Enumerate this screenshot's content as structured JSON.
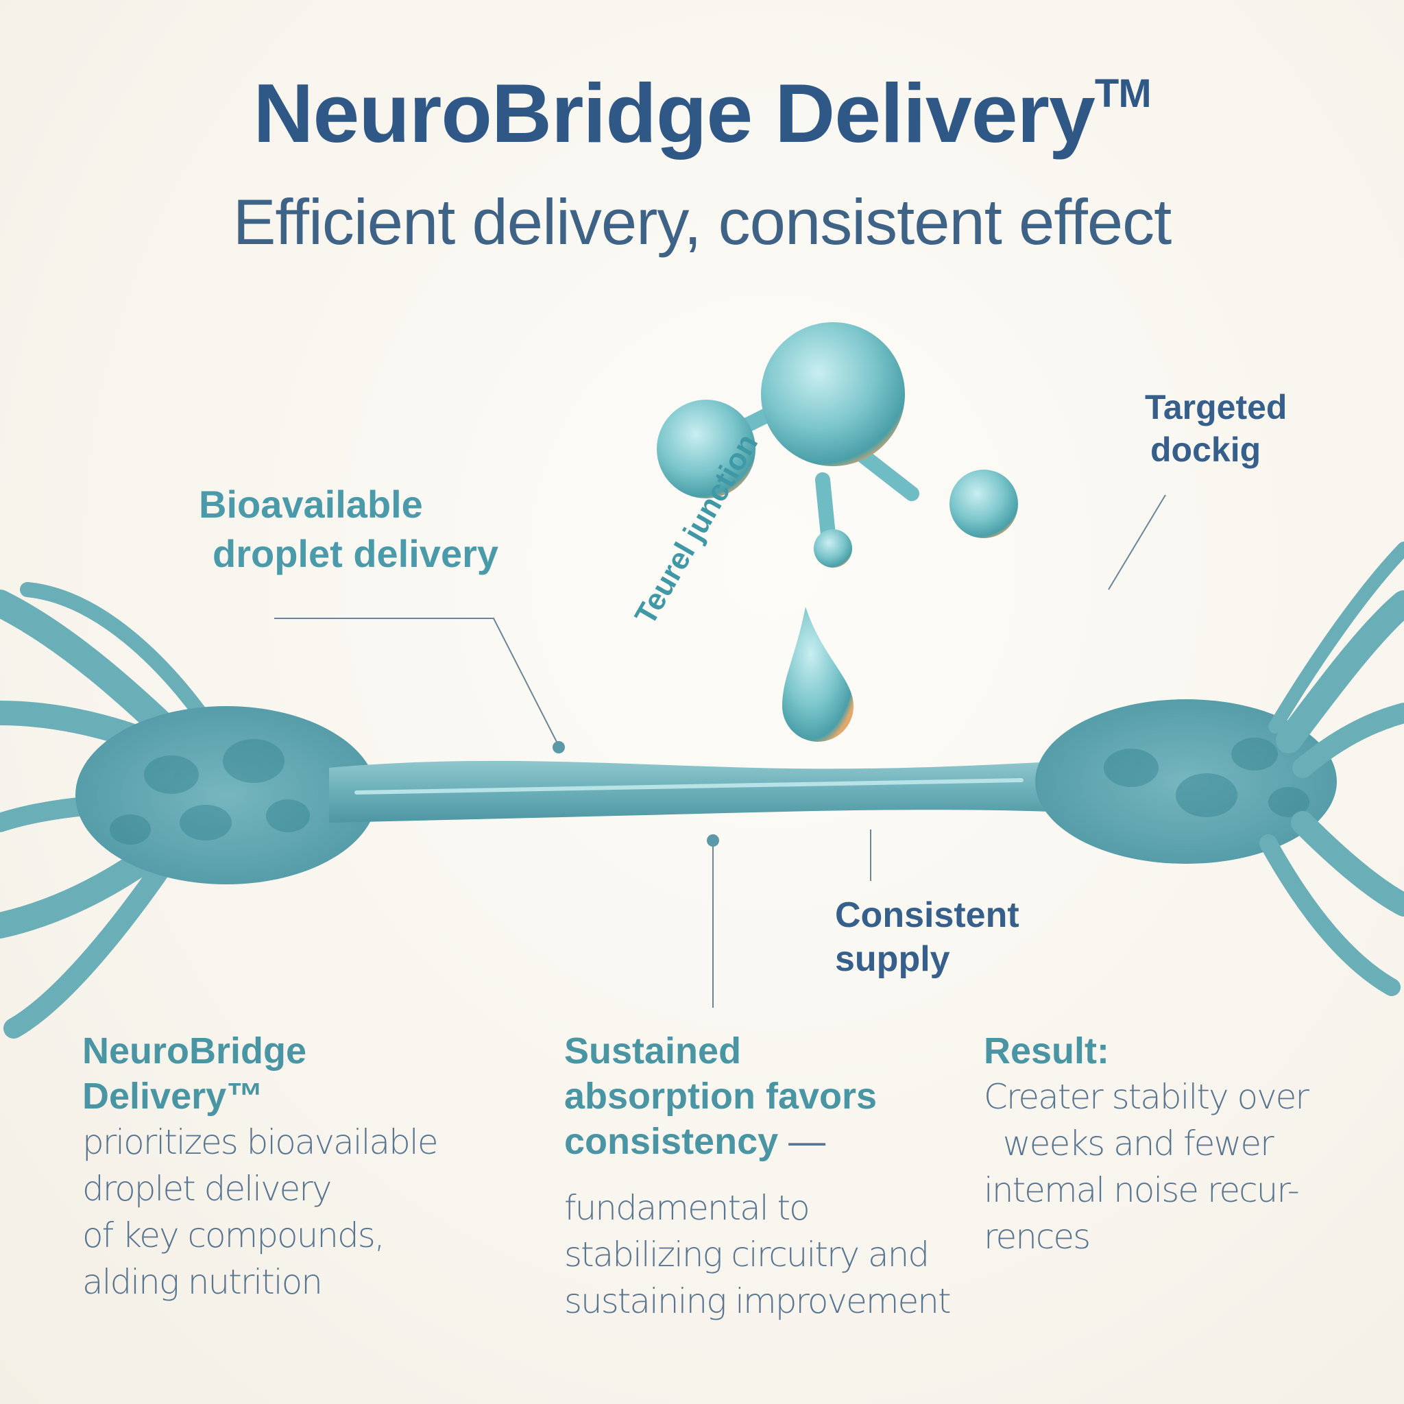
{
  "header": {
    "title": "NeuroBridge Delivery",
    "title_mark": "TM",
    "subtitle": "Efficient delivery, consistent effect"
  },
  "callouts": {
    "bioavailable": [
      "Bioavailable",
      "droplet delivery"
    ],
    "targeted": [
      "Targeted",
      "dockig"
    ],
    "consistent": [
      "Consistent",
      "supply"
    ],
    "junction": "Teurel junction"
  },
  "columns": [
    {
      "heading": [
        "NeuroBridge",
        "Delivery™"
      ],
      "body": [
        "prioritizes bioavailable",
        "droplet delivery",
        "of key compounds,",
        "alding nutrition"
      ]
    },
    {
      "heading": [
        "Sustained",
        "absorption favors",
        "consistency"
      ],
      "dash": " —",
      "body": [
        "fundamental to",
        "stabilizing circuitry and",
        "sustaining improvement"
      ]
    },
    {
      "heading": [
        "Result:"
      ],
      "body": [
        "Creater stabilty over",
        "  weeks and fewer",
        "intemal noise recur-",
        "rences"
      ]
    }
  ],
  "colors": {
    "title": "#2f5886",
    "teal_heading": "#4a95a3",
    "navy_label": "#365f8c",
    "body_text": "#5a7590",
    "neuron": "#6fb3bd",
    "droplet": "#7cc6cc"
  }
}
